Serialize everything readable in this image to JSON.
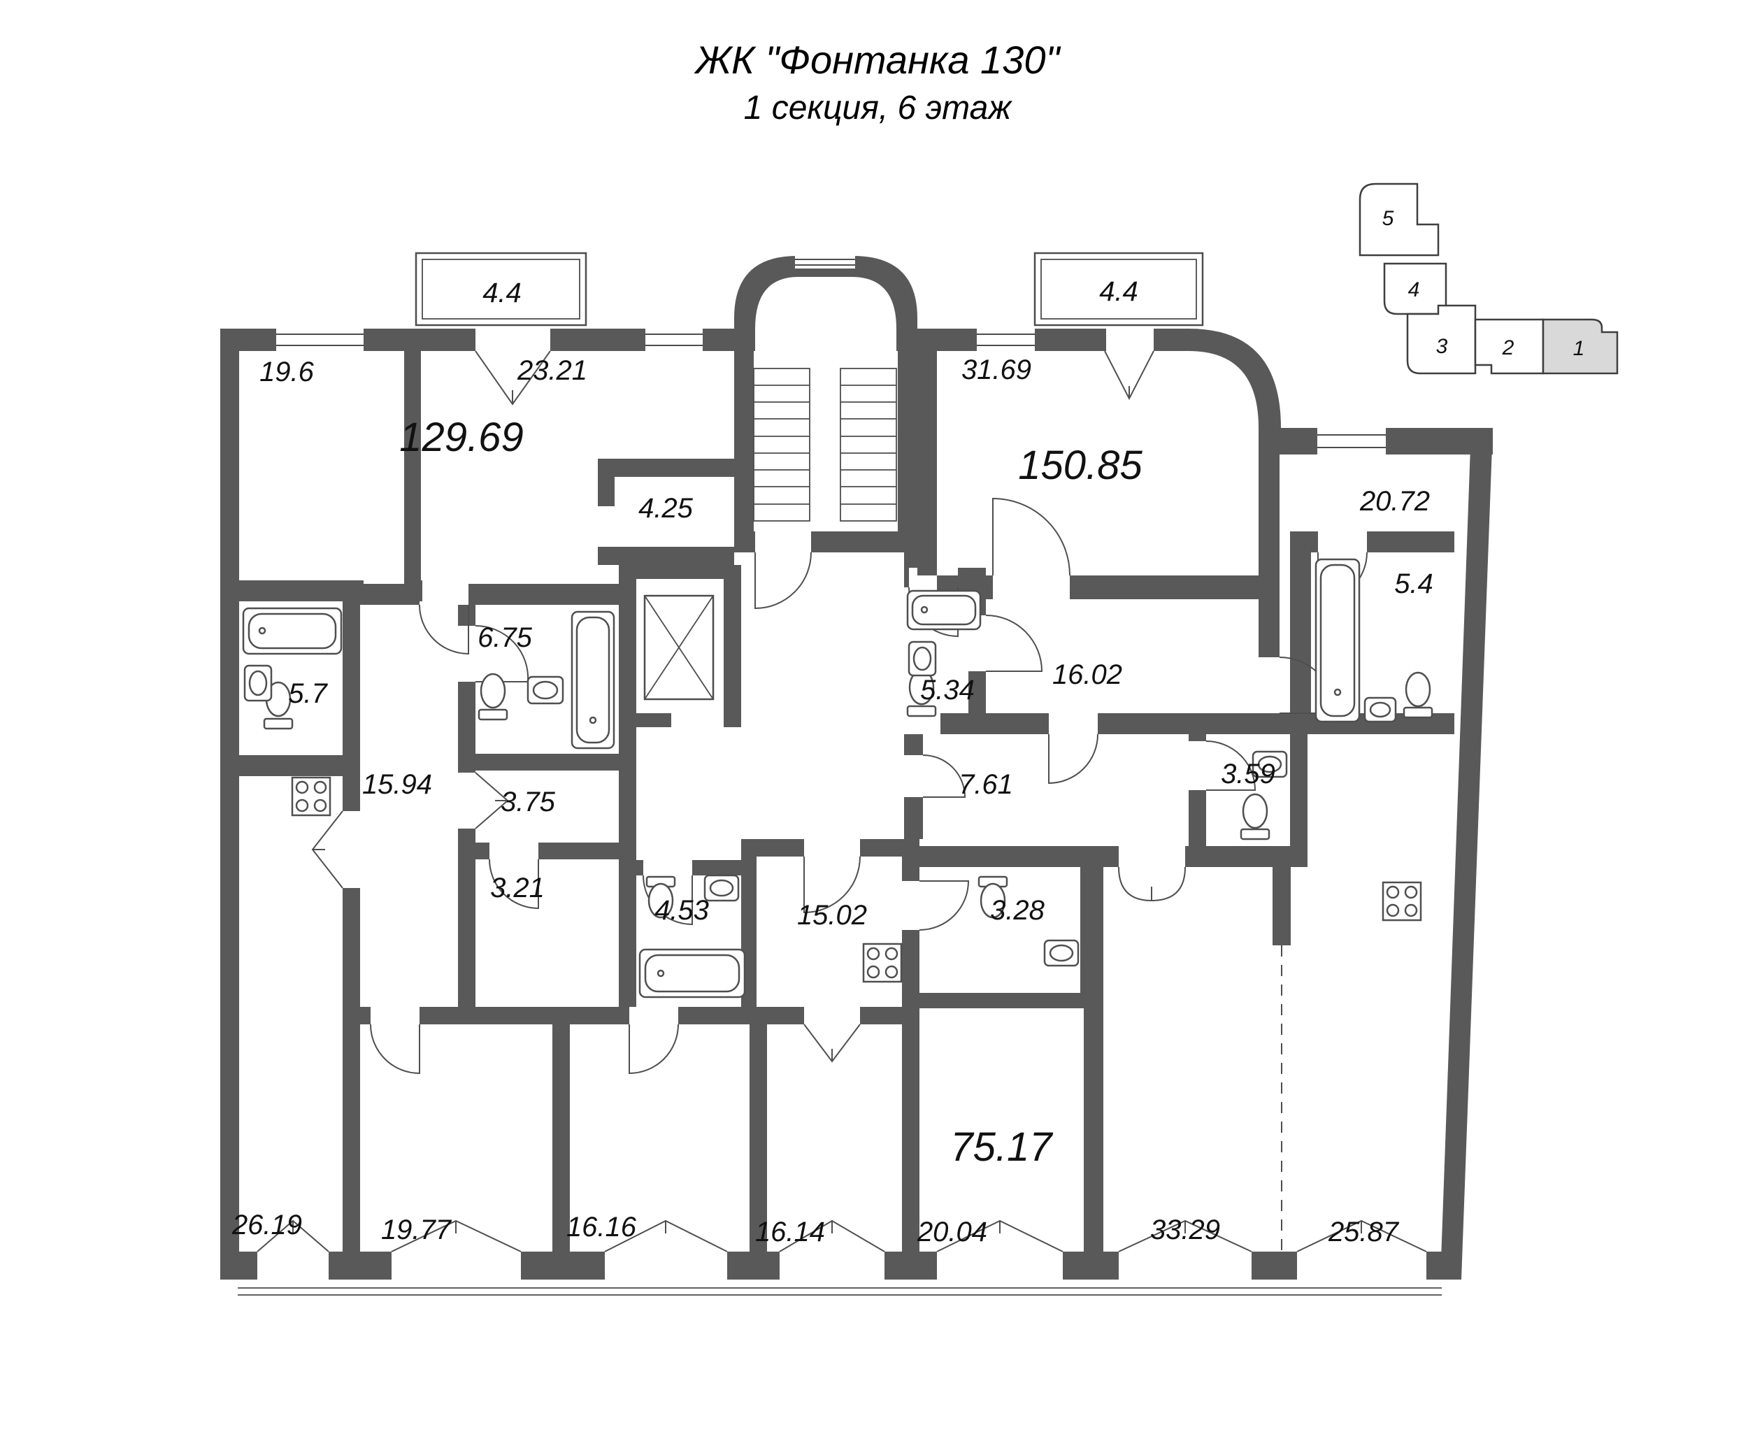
{
  "title": {
    "line1": "ЖК \"Фонтанка 130\"",
    "line2": "1 секция, 6 этаж"
  },
  "minimap": {
    "sections": [
      {
        "label": "5",
        "highlighted": false
      },
      {
        "label": "4",
        "highlighted": false
      },
      {
        "label": "3",
        "highlighted": false
      },
      {
        "label": "2",
        "highlighted": false
      },
      {
        "label": "1",
        "highlighted": true
      }
    ]
  },
  "apartment_totals": [
    {
      "area": "129.69"
    },
    {
      "area": "150.85"
    },
    {
      "area": "75.17"
    }
  ],
  "balconies": [
    {
      "area": "4.4"
    },
    {
      "area": "4.4"
    }
  ],
  "rooms": [
    {
      "area": "19.6"
    },
    {
      "area": "23.21"
    },
    {
      "area": "4.25"
    },
    {
      "area": "31.69"
    },
    {
      "area": "20.72"
    },
    {
      "area": "6.75"
    },
    {
      "area": "5.7"
    },
    {
      "area": "5.34"
    },
    {
      "area": "16.02"
    },
    {
      "area": "15.94"
    },
    {
      "area": "3.75"
    },
    {
      "area": "7.61"
    },
    {
      "area": "3.59"
    },
    {
      "area": "5.4"
    },
    {
      "area": "3.21"
    },
    {
      "area": "4.53"
    },
    {
      "area": "15.02"
    },
    {
      "area": "3.28"
    },
    {
      "area": "26.19"
    },
    {
      "area": "19.77"
    },
    {
      "area": "16.16"
    },
    {
      "area": "16.14"
    },
    {
      "area": "20.04"
    },
    {
      "area": "33.29"
    },
    {
      "area": "25.87"
    }
  ],
  "colors": {
    "wall": "#595959",
    "line": "#4d4d4d",
    "section_highlight": "#d9d9d9",
    "text": "#111111"
  }
}
